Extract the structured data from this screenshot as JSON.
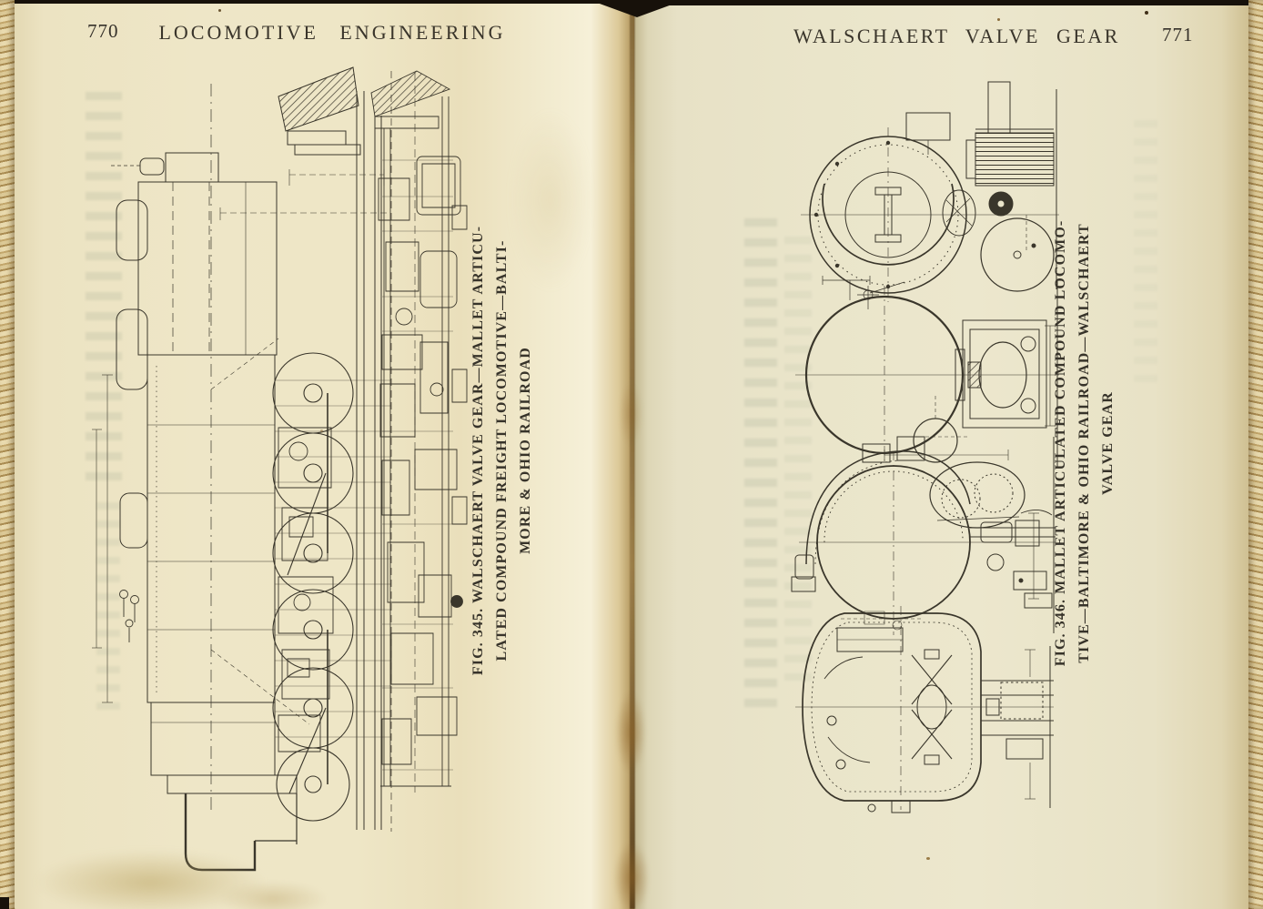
{
  "book": {
    "title_context": "Locomotive Engineering book spread",
    "left_page": {
      "page_number": "770",
      "running_head": "LOCOMOTIVE ENGINEERING",
      "figure": {
        "id": "FIG. 345.",
        "caption_lines": [
          "FIG. 345.  WALSCHAERT  VALVE  GEAR—MALLET  ARTICU-",
          "LATED  COMPOUND  FREIGHT  LOCOMOTIVE—BALTI-",
          "MORE  &  OHIO  RAILROAD"
        ],
        "drawing_subject": "Mallet articulated compound freight locomotive, side elevations (rotated)"
      }
    },
    "right_page": {
      "page_number": "771",
      "running_head": "WALSCHAERT VALVE GEAR",
      "figure": {
        "id": "FIG. 346.",
        "caption_lines": [
          "FIG. 346.  MALLET  ARTICULATED  COMPOUND  LOCOMO-",
          "TIVE—BALTIMORE  &  OHIO  RAILROAD—WALSCHAERT",
          "VALVE  GEAR"
        ],
        "drawing_subject": "Boiler and firebox cross-sections with Walschaert valve gear (rotated)"
      }
    }
  },
  "palette": {
    "paper_left": "#ece3c2",
    "paper_right": "#eae5ca",
    "ink": "#3a362b",
    "gutter_shadow": "#6e5224",
    "edge_tan": "#cdb783",
    "background_dark": "#17110a"
  }
}
